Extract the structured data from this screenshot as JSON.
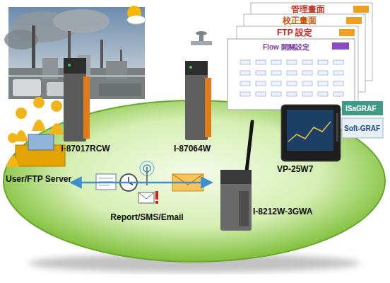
{
  "diagram": {
    "nodes": [
      {
        "text": [
          "User/FTP Server"
        ]
      },
      {
        "text": [
          "I-87017RCW"
        ]
      },
      {
        "text": [
          "I-87064W"
        ]
      },
      {
        "text": [
          "VP-25W7"
        ]
      },
      {
        "text": [
          "I-8212W-3GWA"
        ]
      }
    ],
    "edges": [
      {
        "from": 0,
        "to": 4,
        "arrow": "both",
        "label": "Report/SMS/Email"
      }
    ],
    "labels": [
      "管理畫面",
      "校正畫面",
      "FTP 設定",
      "Flow 開關設定",
      "ISaGRAF",
      "Soft-GRAF"
    ]
  }
}
